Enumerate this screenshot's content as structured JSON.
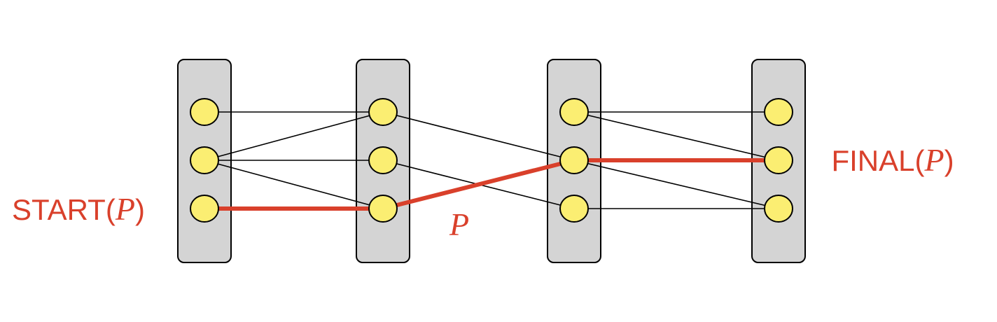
{
  "colors": {
    "path": "#d9402b",
    "node_fill": "#fbee72",
    "column_fill": "#d4d4d4",
    "edge": "#000000"
  },
  "labels": {
    "start_text": "START(",
    "start_var": "P",
    "start_close": ")",
    "final_text": "FINAL(",
    "final_var": "P",
    "final_close": ")",
    "path_var": "P"
  },
  "graph": {
    "columns": 4,
    "rows_per_column": 3,
    "edges": [
      [
        [
          0,
          0
        ],
        [
          1,
          0
        ]
      ],
      [
        [
          0,
          1
        ],
        [
          1,
          0
        ]
      ],
      [
        [
          0,
          1
        ],
        [
          1,
          1
        ]
      ],
      [
        [
          0,
          1
        ],
        [
          1,
          2
        ]
      ],
      [
        [
          1,
          0
        ],
        [
          2,
          1
        ]
      ],
      [
        [
          1,
          1
        ],
        [
          2,
          2
        ]
      ],
      [
        [
          2,
          0
        ],
        [
          3,
          0
        ]
      ],
      [
        [
          2,
          0
        ],
        [
          3,
          1
        ]
      ],
      [
        [
          2,
          1
        ],
        [
          3,
          2
        ]
      ],
      [
        [
          2,
          2
        ],
        [
          3,
          2
        ]
      ]
    ],
    "highlighted_path": [
      [
        0,
        2
      ],
      [
        1,
        2
      ],
      [
        2,
        1
      ],
      [
        3,
        1
      ]
    ]
  }
}
